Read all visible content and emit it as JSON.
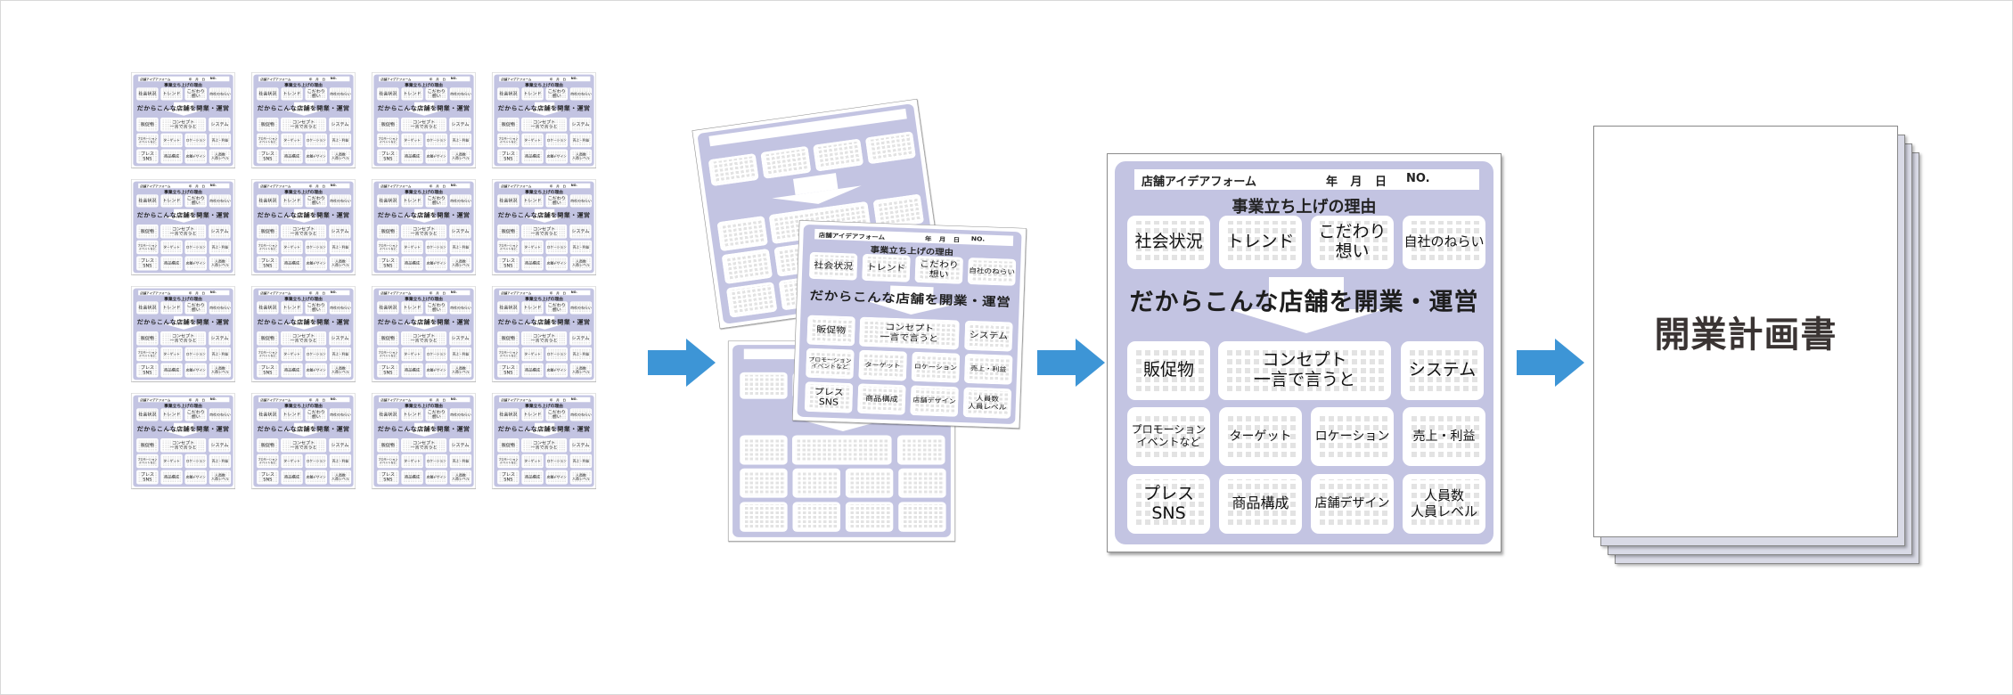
{
  "form": {
    "header_title": "店舗アイデアフォーム",
    "date_labels": "年 月 日",
    "no_label": "NO.",
    "reason_heading": "事業立ち上げの理由",
    "reason_items": [
      "社会状況",
      "トレンド",
      "こだわり\n想い",
      "自社のねらい"
    ],
    "main_heading": "だからこんな店舗を開業・運営",
    "row2": [
      "販促物",
      "コンセプト\n一言で言うと",
      "システム"
    ],
    "row3": [
      "プロモーション\nイベントなど",
      "ターゲット",
      "ロケーション",
      "売上・利益"
    ],
    "row4": [
      "プレス\nSNS",
      "商品構成",
      "店舗デザイン",
      "人員数\n人員レベル"
    ]
  },
  "plan_document": {
    "title": "開業計画書"
  },
  "colors": {
    "arrow": "#3d95d6",
    "panel": "#c3c4e2",
    "text": "#3a3433"
  }
}
